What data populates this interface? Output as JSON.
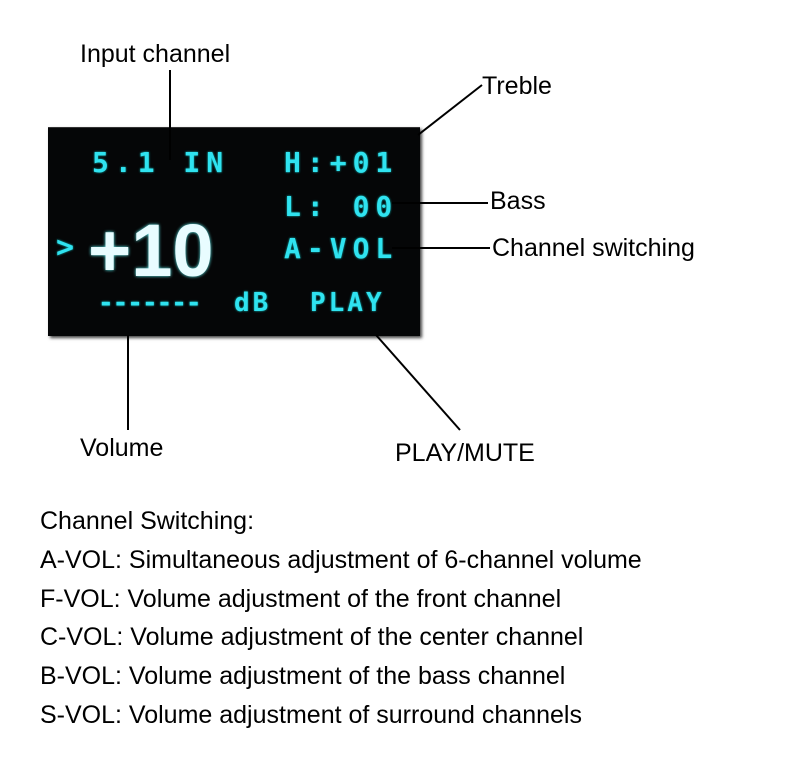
{
  "display": {
    "input": "5.1 IN",
    "treble": "H:+01",
    "bass": "L: 00",
    "mode": "A-VOL",
    "cursor": ">",
    "volume": "+10",
    "volume_bar": "-------",
    "unit": "dB",
    "status": "PLAY"
  },
  "labels": {
    "input_channel": "Input channel",
    "treble": "Treble",
    "bass": "Bass",
    "channel_switching": "Channel switching",
    "volume": "Volume",
    "play_mute": "PLAY/MUTE"
  },
  "description": {
    "title": "Channel Switching:",
    "items": [
      "A-VOL: Simultaneous adjustment of 6-channel volume",
      "F-VOL: Volume adjustment of the front channel",
      "C-VOL: Volume adjustment of the center channel",
      "B-VOL: Volume adjustment of the bass channel",
      "S-VOL: Volume adjustment of surround channels"
    ]
  }
}
